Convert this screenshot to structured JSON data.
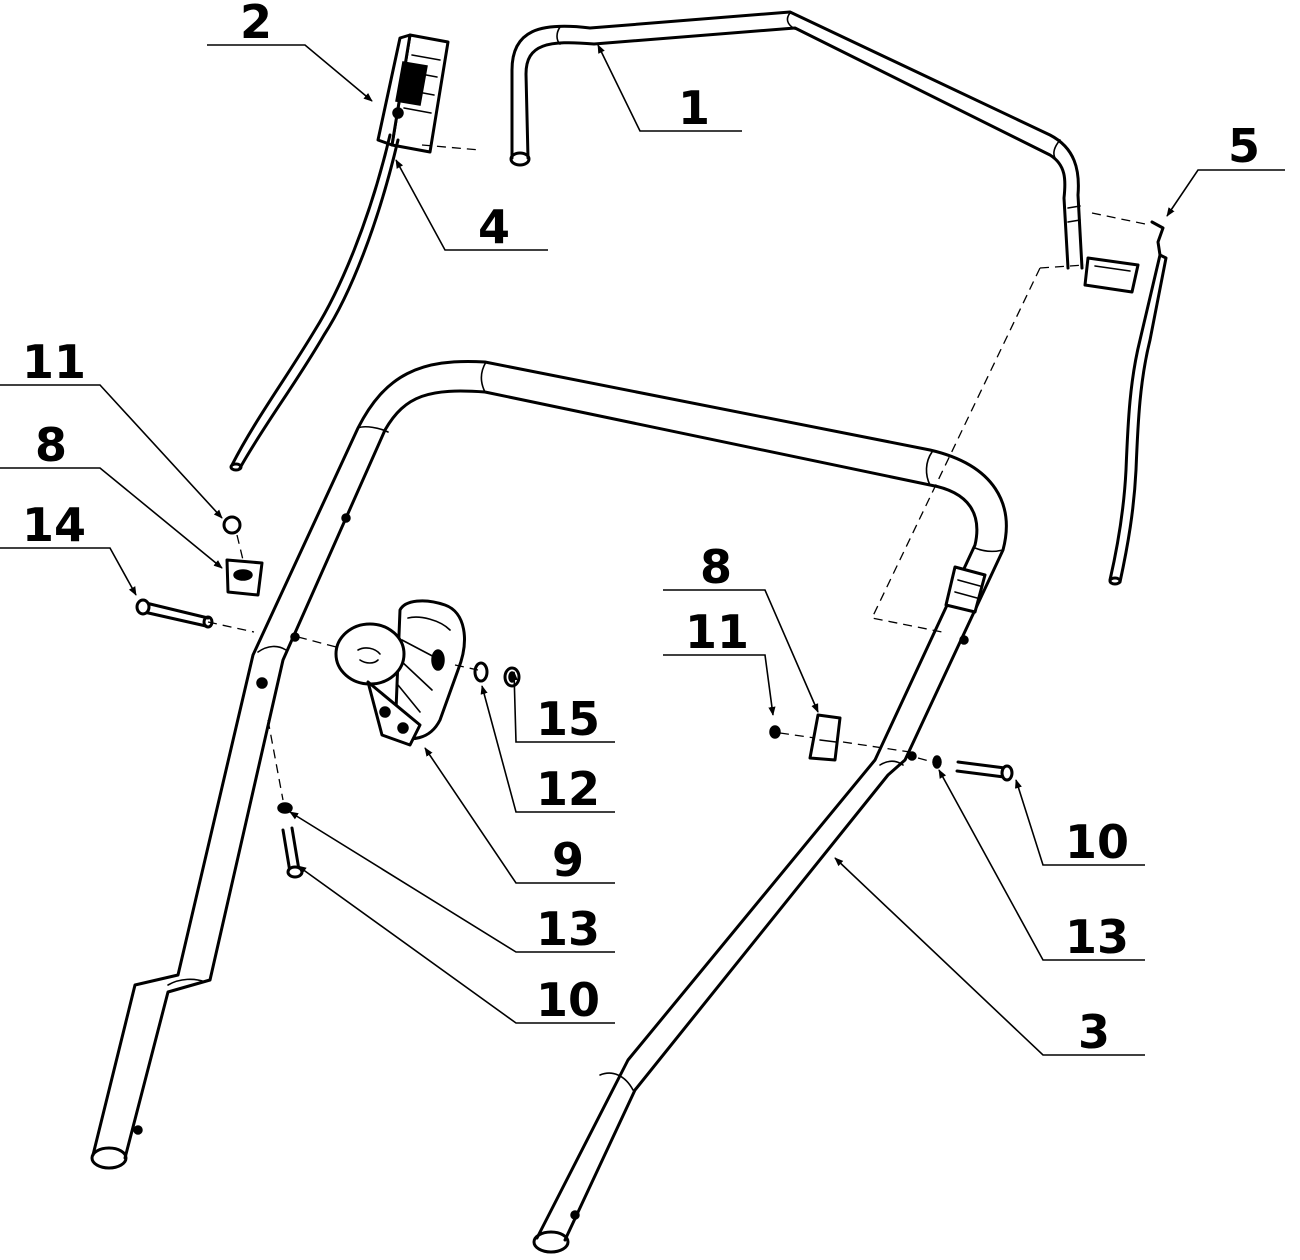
{
  "callouts": [
    {
      "id": "c1",
      "number": "1",
      "part": "upper handle bar"
    },
    {
      "id": "c2",
      "number": "2",
      "part": "switch box"
    },
    {
      "id": "c3",
      "number": "3",
      "part": "lower handle"
    },
    {
      "id": "c4",
      "number": "4",
      "part": "cable"
    },
    {
      "id": "c5",
      "number": "5",
      "part": "brake cable"
    },
    {
      "id": "c8a",
      "number": "8",
      "part": "cable clip"
    },
    {
      "id": "c8b",
      "number": "8",
      "part": "cable clip"
    },
    {
      "id": "c9",
      "number": "9",
      "part": "handle knob"
    },
    {
      "id": "c10a",
      "number": "10",
      "part": "bolt"
    },
    {
      "id": "c10b",
      "number": "10",
      "part": "bolt"
    },
    {
      "id": "c11a",
      "number": "11",
      "part": "nut"
    },
    {
      "id": "c11b",
      "number": "11",
      "part": "nut"
    },
    {
      "id": "c12",
      "number": "12",
      "part": "washer"
    },
    {
      "id": "c13a",
      "number": "13",
      "part": "washer"
    },
    {
      "id": "c13b",
      "number": "13",
      "part": "washer"
    },
    {
      "id": "c14",
      "number": "14",
      "part": "bolt"
    },
    {
      "id": "c15",
      "number": "15",
      "part": "nut"
    }
  ],
  "line_color": "#000000",
  "background": "#ffffff"
}
